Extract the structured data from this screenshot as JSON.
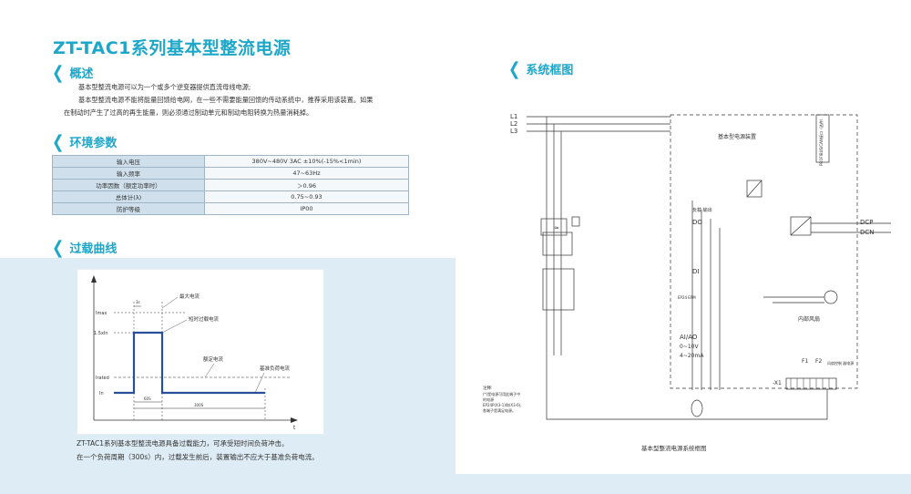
{
  "title": "ZT-TAC1系列基本型整流电源",
  "overview": {
    "heading": "概述",
    "line1": "基本型整流电源可以为一个或多个逆变器提供直流母线电源;",
    "line2": "基本型整流电源不能将能量回馈给电网，在一些不需要能量回馈的传动系统中，推荐采用该装置。如果",
    "line3": "在制动时产生了过高的再生能量，则必须通过制动单元和制动电阻转换为热量消耗掉。"
  },
  "env": {
    "heading": "环境参数",
    "rows": [
      {
        "key": "输入电压",
        "value": "380V~480V 3AC ±10%(-15%<1min)"
      },
      {
        "key": "输入频率",
        "value": "47~63Hz"
      },
      {
        "key": "功率因数（额定功率时）",
        "value": "＞0.96"
      },
      {
        "key": "总体计(λ)",
        "value": "0.75~0.93"
      },
      {
        "key": "防护等级",
        "value": "IP00"
      }
    ]
  },
  "overload": {
    "heading": "过载曲线",
    "labels": {
      "imax": "Imax",
      "i15": "1.5xIn",
      "irated_axis": "Irated",
      "in": "In",
      "max_current": "最大电流",
      "short_overload": "短时过载电流",
      "rated_current": "额定电流",
      "base_load": "基准负荷电流",
      "t_axis": "t",
      "time_short": "60S",
      "time_long": "300S",
      "time_top": "3s"
    },
    "text1": "ZT-TAC1系列基本型整流电源具备过载能力，可承受短时间负荷冲击。",
    "text2": "在一个负荷周期（300s）内，过载发生前后，装置输出不应大于基准负荷电流。"
  },
  "system": {
    "heading": "系统框图",
    "labels": {
      "l1": "L1",
      "l2": "L2",
      "l3": "L3",
      "device": "基本型电源装置",
      "profibus": "PROFIBUS/CAN接口（选件）",
      "do_small": "负载\n输出",
      "do": "DO",
      "di": "DI",
      "ep": "EP24\nEPM",
      "aiao": "AI/AO",
      "v": "0~10V",
      "ma": "4~20mA",
      "dcp": "DCP",
      "dcn": "DCN",
      "fan": "内部风扇",
      "f1": "F1",
      "f2": "F2",
      "x1": "-X1",
      "fan_ctrl": "风扇控制\n器电源",
      "note_title": "注释:",
      "note1": "(*)是电源可用此端子中",
      "note2": "的电源",
      "note3": "EP24P(X3-1)和(X3-6),",
      "note4": "各端子是满足电源。",
      "caption": "基本型整流电源系统框图"
    }
  },
  "colors": {
    "accent": "#1ea7c9",
    "band": "#deecf6",
    "curve": "#2a4f9a"
  }
}
